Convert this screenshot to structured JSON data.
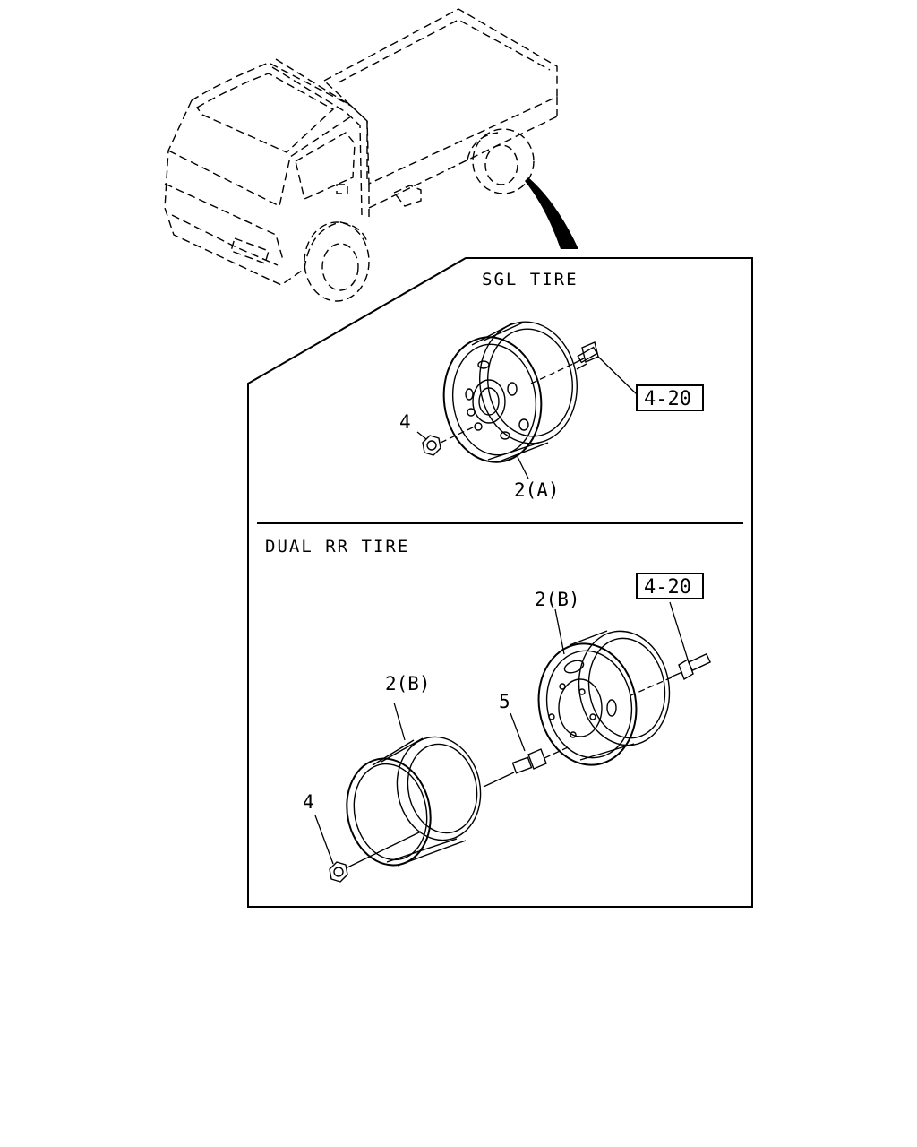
{
  "sections": {
    "single": {
      "title": "SGL TIRE"
    },
    "dual": {
      "title": "DUAL RR TIRE"
    }
  },
  "callouts": {
    "sgl_nut": "4",
    "sgl_wheel": "2(A)",
    "sgl_ref": "4-20",
    "dual_ref": "4-20",
    "dual_inner_wheel": "2(B)",
    "dual_outer_wheel": "2(B)",
    "dual_stud": "5",
    "dual_nut": "4"
  }
}
